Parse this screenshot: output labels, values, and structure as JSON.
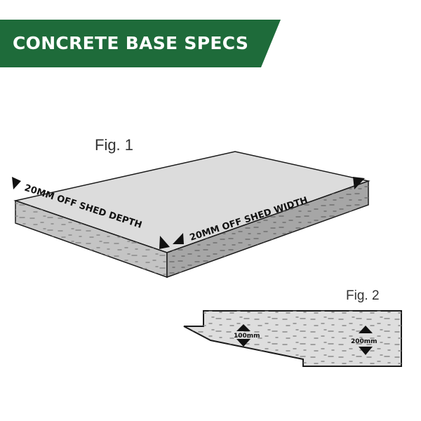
{
  "header": {
    "title": "CONCRETE BASE SPECS",
    "color": "#1e6b3a"
  },
  "figure1": {
    "label": "Fig. 1",
    "depth_label": "20MM OFF SHED DEPTH",
    "width_label": "20MM OFF SHED WIDTH"
  },
  "figure2": {
    "label": "Fig. 2",
    "thin_label": "100mm",
    "thick_label": "200mm"
  },
  "colors": {
    "slab_top": "#dcdcdc",
    "slab_side": "#c2c2c2",
    "slab_front": "#a9a9a9",
    "outline": "#1a1a1a"
  }
}
